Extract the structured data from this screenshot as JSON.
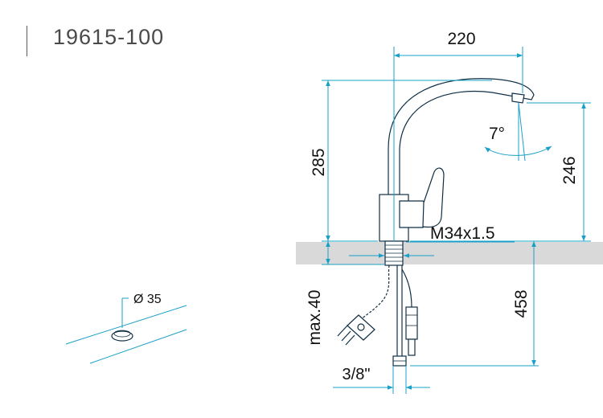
{
  "product": {
    "code": "19615-100"
  },
  "dimensions": {
    "spout_reach": "220",
    "total_height": "285",
    "spout_height": "246",
    "spray_angle": "7°",
    "thread": "M34x1.5",
    "hose_length": "458",
    "max_worktop": "max.40",
    "connector": "3/8\"",
    "hole_diameter": "Ø 35"
  },
  "colors": {
    "dimension_line": "#19a0c8",
    "outline": "#0f2f45",
    "worktop": "#d9d9d9",
    "title": "#4a4a4a"
  }
}
